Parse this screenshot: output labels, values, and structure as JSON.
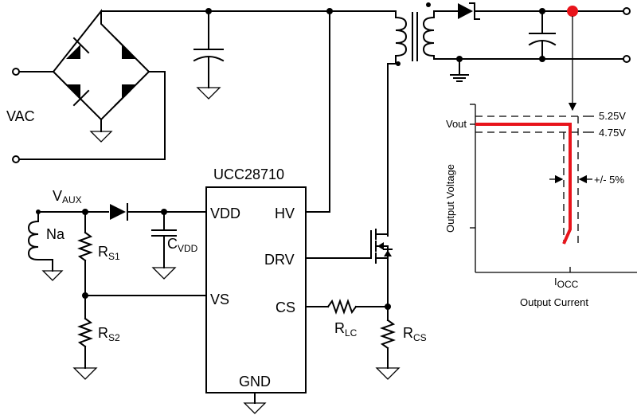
{
  "source": {
    "label": "VAC"
  },
  "ic": {
    "name": "UCC28710",
    "pins": {
      "vdd": "VDD",
      "hv": "HV",
      "drv": "DRV",
      "vs": "VS",
      "cs": "CS",
      "gnd": "GND"
    }
  },
  "aux": {
    "vaux_main": "V",
    "vaux_sub": "AUX",
    "winding": "Na"
  },
  "components": {
    "rs1_main": "R",
    "rs1_sub": "S1",
    "rs2_main": "R",
    "rs2_sub": "S2",
    "cvdd_main": "C",
    "cvdd_sub": "VDD",
    "rlc_main": "R",
    "rlc_sub": "LC",
    "rcs_main": "R",
    "rcs_sub": "CS"
  },
  "graph": {
    "ylabel": "Output Voltage",
    "xlabel": "Output Current",
    "vout_label": "Vout",
    "upper_limit": "5.25V",
    "lower_limit": "4.75V",
    "tolerance": "+/- 5%",
    "iocc_main": "I",
    "iocc_sub": "OCC",
    "curve_color": "#e8141b"
  },
  "output_dot_color": "#e8141b"
}
